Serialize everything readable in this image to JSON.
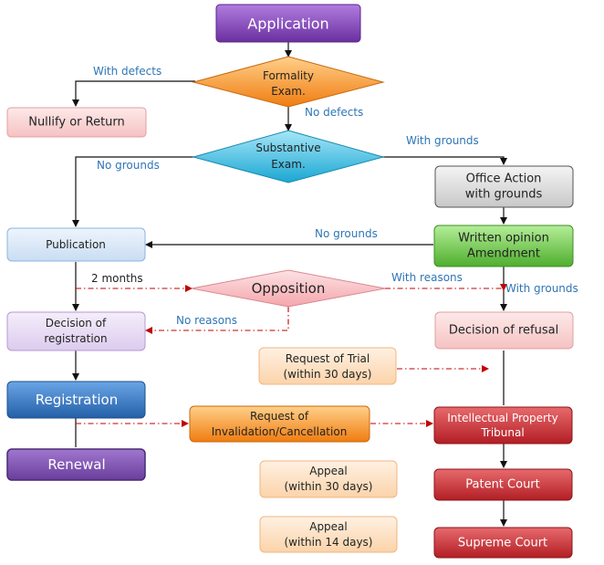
{
  "nodes": {
    "application": "Application",
    "formality": [
      "Formality",
      "Exam."
    ],
    "nullify": "Nullify or Return",
    "substantive": [
      "Substantive",
      "Exam."
    ],
    "office_action": [
      "Office Action",
      "with grounds"
    ],
    "publication": "Publication",
    "written_opinion": [
      "Written opinion",
      "Amendment"
    ],
    "opposition": "Opposition",
    "decision_registration": [
      "Decision of",
      "registration"
    ],
    "decision_refusal": "Decision of refusal",
    "request_trial": [
      "Request of Trial",
      "(within 30 days)"
    ],
    "registration": "Registration",
    "invalidation": [
      "Request of",
      "Invalidation/Cancellation"
    ],
    "ip_tribunal": [
      "Intellectual Property",
      "Tribunal"
    ],
    "renewal": "Renewal",
    "appeal30": [
      "Appeal",
      "(within 30 days)"
    ],
    "patent_court": "Patent Court",
    "appeal14": [
      "Appeal",
      "(within 14 days)"
    ],
    "supreme_court": "Supreme Court"
  },
  "labels": {
    "with_defects": "With defects",
    "no_defects": "No defects",
    "with_grounds_top": "With grounds",
    "no_grounds_left": "No grounds",
    "no_grounds_mid": "No grounds",
    "two_months": "2 months",
    "with_reasons": "With reasons",
    "with_grounds_right": "With grounds",
    "no_reasons": "No reasons"
  },
  "colors": {
    "purple": "#7030a0",
    "orange": "#f28c1a",
    "cyan": "#2cb0d8",
    "pink_light": "#fbd4d4",
    "gray": "#d9d9d9",
    "blue_light": "#dce9f7",
    "green": "#6cc24a",
    "pink_diamond": "#f9b9bd",
    "lavender": "#e6d9f2",
    "peach": "#fde0c2",
    "blue_dark": "#2f6db5",
    "red_dark": "#c0282d",
    "edge_red": "#c00000",
    "label_blue": "#2e75b6"
  }
}
